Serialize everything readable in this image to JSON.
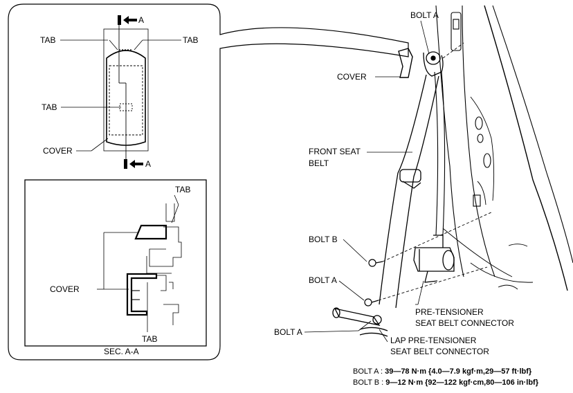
{
  "labels": {
    "bolt_a_top": "BOLT A",
    "cover_right": "COVER",
    "front_seat_belt_l1": "FRONT SEAT",
    "front_seat_belt_l2": "BELT",
    "bolt_b": "BOLT B",
    "bolt_a_mid": "BOLT A",
    "bolt_a_bottom": "BOLT A",
    "pretensioner_l1": "PRE-TENSIONER",
    "pretensioner_l2": "SEAT BELT CONNECTOR",
    "lap_pretensioner_l1": "LAP PRE-TENSIONER",
    "lap_pretensioner_l2": "SEAT BELT CONNECTOR"
  },
  "detail": {
    "section_mark_top": "A",
    "section_mark_bottom": "A",
    "tab_left": "TAB",
    "tab_right": "TAB",
    "tab_center": "TAB",
    "cover": "COVER"
  },
  "section": {
    "tab_top": "TAB",
    "cover": "COVER",
    "tab_bottom": "TAB",
    "caption": "SEC. A-A"
  },
  "specs": {
    "bolt_a_name": "BOLT A :",
    "bolt_a_value": "39—78 N·m {4.0—7.9 kgf·m,29—57 ft·lbf}",
    "bolt_b_name": "BOLT B :",
    "bolt_b_value": "9—12 N·m {92—122 kgf·cm,80—106 in·lbf}"
  },
  "colors": {
    "line": "#000000",
    "background": "#ffffff"
  }
}
